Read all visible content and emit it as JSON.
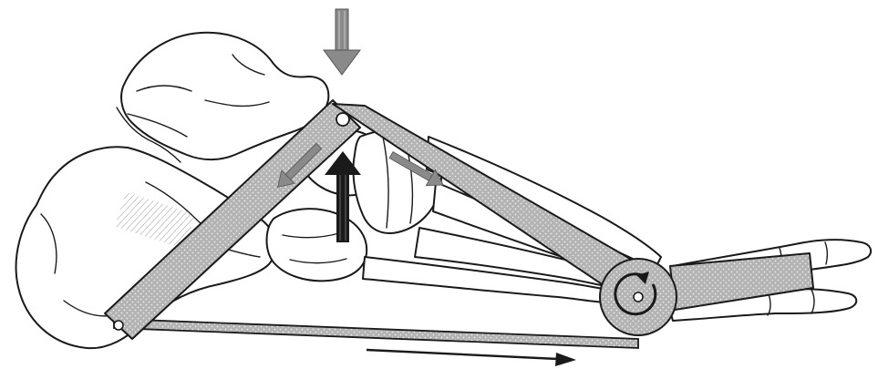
{
  "figure": {
    "subject": "foot-skeleton",
    "model": "windlass-truss",
    "elements": {
      "hindfoot_strut": "hindfoot-strut",
      "forefoot_strut": "forefoot-strut",
      "plantar_tie": "plantar-fascia-tie",
      "toe_lever": "toe-lever",
      "windlass_drum": "metatarsal-head-pulley"
    },
    "arrows": {
      "load": {
        "direction": "down",
        "color": "#8a8a8a"
      },
      "arch_rise": {
        "direction": "up",
        "color": "#1a1a1a"
      },
      "hindfoot_compression": {
        "direction": "toward-heel",
        "color": "#8a8a8a"
      },
      "forefoot_compression": {
        "direction": "toward-toes",
        "color": "#8a8a8a"
      },
      "tie_tension": {
        "direction": "right",
        "color": "#1a1a1a"
      },
      "toe_rotation": {
        "direction": "counterclockwise",
        "color": "#1a1a1a"
      }
    },
    "colors": {
      "bone_outline": "#1a1a1a",
      "strut_fill": "#b3b3b3",
      "dot_pattern": "#ececec",
      "background": "#ffffff"
    }
  }
}
